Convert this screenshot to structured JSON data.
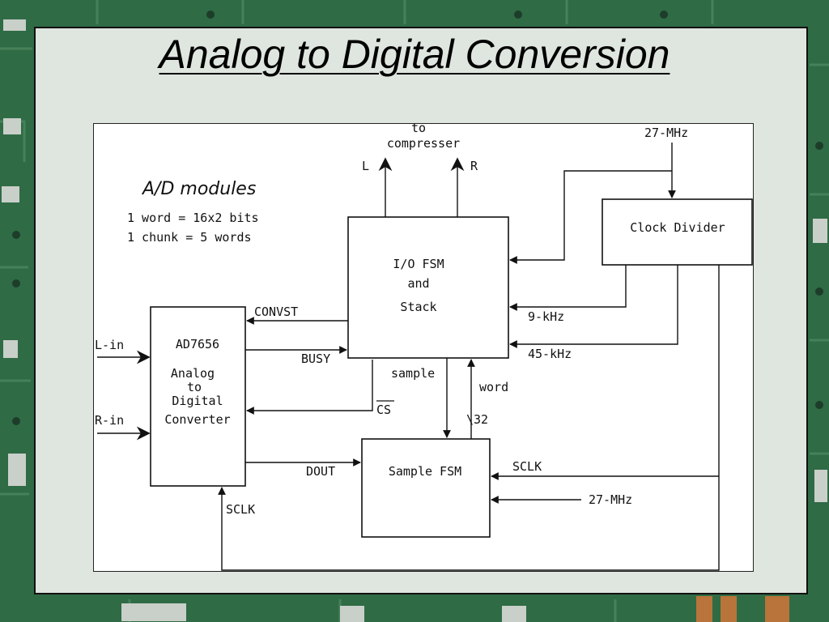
{
  "slide": {
    "title": "Analog to Digital Conversion"
  },
  "diagram": {
    "heading": "A/D modules",
    "notes": [
      "1 word = 16x2 bits",
      "1 chunk = 5 words"
    ],
    "blocks": {
      "adc": [
        "AD7656",
        "Analog",
        "to",
        "Digital",
        "Converter"
      ],
      "io_fsm": [
        "I/O FSM",
        "and",
        "Stack"
      ],
      "clock_divider": "Clock Divider",
      "sample_fsm": "Sample FSM"
    },
    "signals": {
      "to_compresser_1": "to",
      "to_compresser_2": "compresser",
      "left": "L",
      "right": "R",
      "clk_27_top": "27-MHz",
      "clk_27_bottom": "27-MHz",
      "l_in": "L-in",
      "r_in": "R-in",
      "convst": "CONVST",
      "busy": "BUSY",
      "cs": "CS",
      "dout": "DOUT",
      "sclk_adc": "SCLK",
      "sclk_sample": "SCLK",
      "clk_9k": "9-kHz",
      "clk_45k": "45-kHz",
      "sample": "sample",
      "word": "word",
      "bus_width": "\\32"
    }
  }
}
